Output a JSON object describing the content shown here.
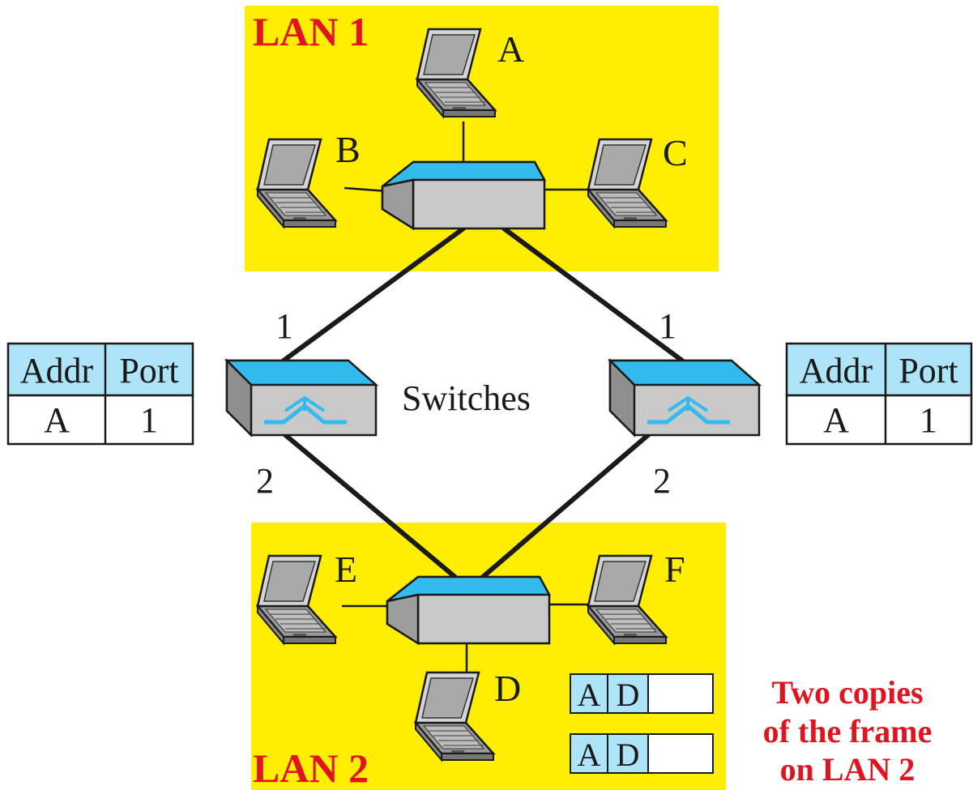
{
  "colors": {
    "lan_background": "#ffee00",
    "accent_blue": "#33bbee",
    "table_header": "#aee4f7",
    "device_gray": "#c9c9c9",
    "label_red": "#e0141e",
    "link": "#1a1a1a"
  },
  "lan1": {
    "label": "LAN 1",
    "stations": {
      "a": "A",
      "b": "B",
      "c": "C"
    }
  },
  "lan2": {
    "label": "LAN 2",
    "stations": {
      "d": "D",
      "e": "E",
      "f": "F"
    }
  },
  "switches_label": "Switches",
  "left_switch": {
    "port_top": "1",
    "port_bottom": "2",
    "table": {
      "headers": [
        "Addr",
        "Port"
      ],
      "rows": [
        [
          "A",
          "1"
        ]
      ]
    }
  },
  "right_switch": {
    "port_top": "1",
    "port_bottom": "2",
    "table": {
      "headers": [
        "Addr",
        "Port"
      ],
      "rows": [
        [
          "A",
          "1"
        ]
      ]
    }
  },
  "frames": [
    {
      "source": "A",
      "destination": "D"
    },
    {
      "source": "A",
      "destination": "D"
    }
  ],
  "note": [
    "Two copies",
    "of the frame",
    "on LAN 2"
  ],
  "icons": {
    "station": "laptop-icon",
    "hub": "lan-hub-icon",
    "switch": "switch-icon"
  }
}
